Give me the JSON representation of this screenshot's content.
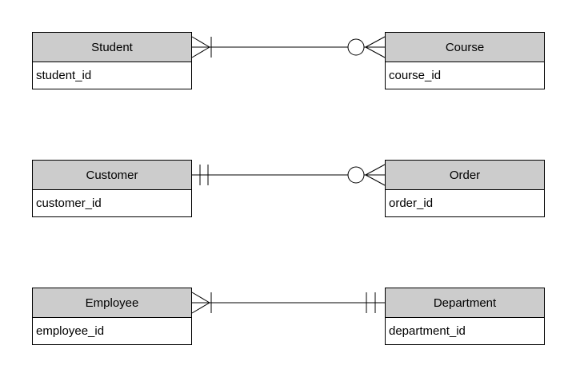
{
  "diagram": {
    "type": "entity-relationship",
    "notation": "crows-foot",
    "colors": {
      "background": "#ffffff",
      "entity_header_fill": "#cccccc",
      "entity_body_fill": "#ffffff",
      "stroke": "#000000",
      "text": "#000000"
    },
    "entities": [
      {
        "name": "Student",
        "attributes": [
          "student_id"
        ]
      },
      {
        "name": "Course",
        "attributes": [
          "course_id"
        ]
      },
      {
        "name": "Customer",
        "attributes": [
          "customer_id"
        ]
      },
      {
        "name": "Order",
        "attributes": [
          "order_id"
        ]
      },
      {
        "name": "Employee",
        "attributes": [
          "employee_id"
        ]
      },
      {
        "name": "Department",
        "attributes": [
          "department_id"
        ]
      }
    ],
    "relationships": [
      {
        "from": "Student",
        "to": "Course",
        "from_cardinality": "one-or-many",
        "to_cardinality": "zero-or-many"
      },
      {
        "from": "Customer",
        "to": "Order",
        "from_cardinality": "exactly-one",
        "to_cardinality": "zero-or-many"
      },
      {
        "from": "Employee",
        "to": "Department",
        "from_cardinality": "one-or-many",
        "to_cardinality": "exactly-one"
      }
    ]
  }
}
